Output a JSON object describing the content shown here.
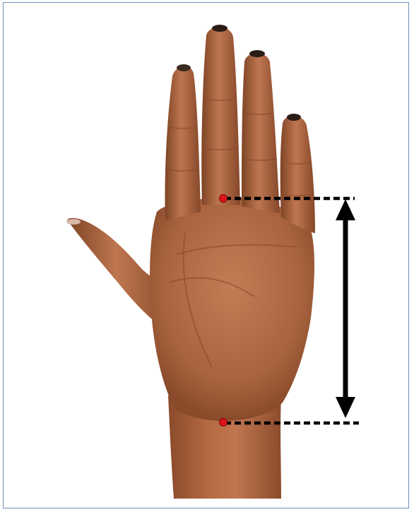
{
  "figure": {
    "subject": "hand-palm",
    "measurement": "palm-length-wrist-to-middle-finger-base"
  },
  "colors": {
    "frame_border": "#6f8fb8",
    "skin_light": "#c8825a",
    "skin_mid": "#a5603c",
    "skin_dark": "#7a4226",
    "landmark_dot": "#e0121b",
    "guide_line": "#000000"
  },
  "landmarks": [
    {
      "name": "middle-finger-base"
    },
    {
      "name": "wrist-crease"
    }
  ]
}
